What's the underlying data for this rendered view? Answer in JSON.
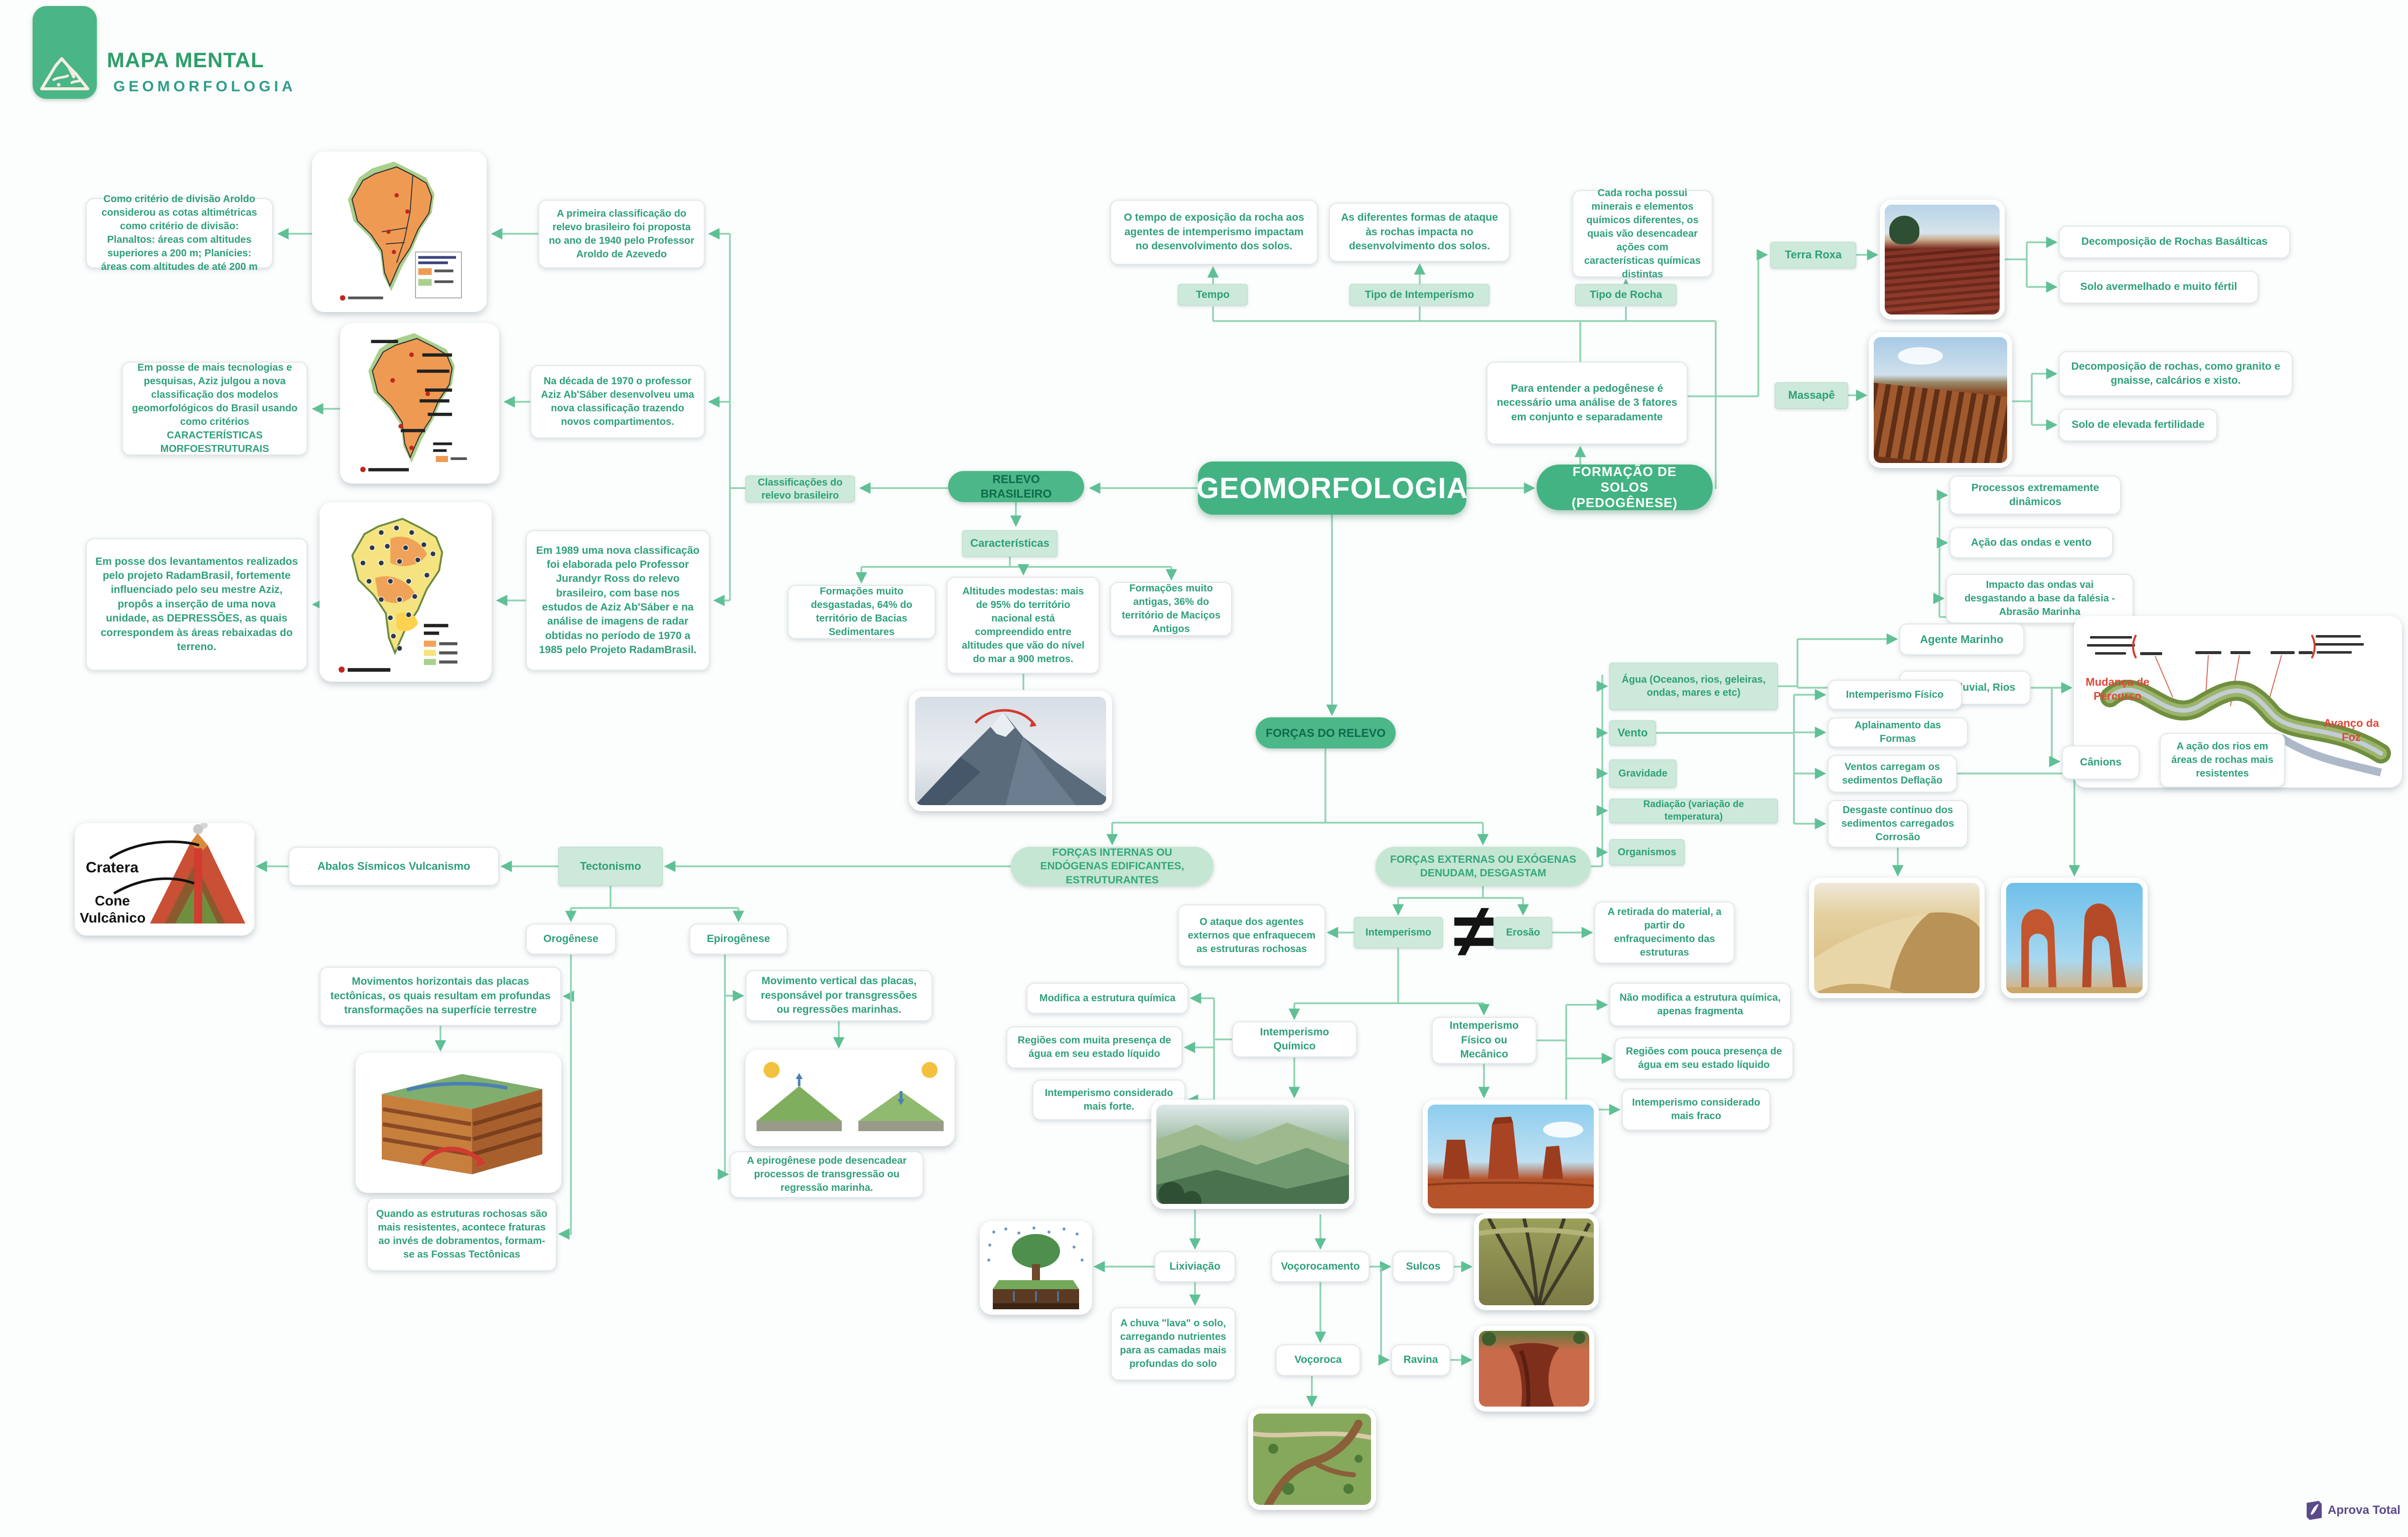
{
  "brand": {
    "title": "MAPA MENTAL",
    "subtitle": "GEOMORFOLOGIA"
  },
  "watermark": {
    "label": "Aprova Total"
  },
  "colors": {
    "accent": "#43b383",
    "soft_green": "#cde9da",
    "text_green": "#2fa07c",
    "watermark_purple": "#5b4a8a"
  },
  "central": {
    "title": "GEOMORFOLOGIA"
  },
  "pills": {
    "relevo": "RELEVO BRASILEIRO",
    "classificacoes": "Classificações do relevo brasileiro",
    "caracteristicas": "Características",
    "formacao": "FORMAÇÃO DE SOLOS (PEDOGÊNESE)",
    "forcas_relevo": "FORÇAS DO RELEVO",
    "internas": "FORÇAS INTERNAS OU ENDÓGENAS EDIFICANTES, ESTRUTURANTES",
    "externas": "FORÇAS EXTERNAS OU EXÓGENAS DENUDAM, DESGASTAM"
  },
  "historia": [
    {
      "left": "Como critério de divisão Aroldo considerou as cotas altimétricas como critério de divisão: Planaltos: áreas com altitudes superiores a 200 m; Planícies: áreas com altitudes de até 200 m",
      "right": "A primeira classificação do relevo brasileiro foi proposta no ano de 1940 pelo Professor Aroldo de Azevedo"
    },
    {
      "left": "Em posse de mais tecnologias e pesquisas, Aziz julgou a nova classificação dos modelos geomorfológicos do Brasil usando como critérios CARACTERÍSTICAS MORFOESTRUTURAIS",
      "right": "Na década de 1970 o professor Aziz Ab'Sáber desenvolveu uma nova classificação trazendo novos compartimentos."
    },
    {
      "left": "Em posse dos levantamentos realizados pelo projeto RadamBrasil, fortemente influenciado pelo seu mestre Aziz, propôs a inserção de uma nova unidade, as DEPRESSÕES, as quais correspondem às áreas rebaixadas do terreno.",
      "right": "Em 1989 uma nova classificação foi elaborada pelo Professor Jurandyr Ross do relevo brasileiro, com base nos estudos de Aziz Ab'Sáber e na análise de imagens de radar obtidas no período de 1970 a 1985 pelo Projeto RadamBrasil."
    }
  ],
  "caracteristicas_boxes": [
    "Formações muito desgastadas, 64% do território de Bacias Sedimentares",
    "Altitudes modestas: mais de 95% do território nacional está compreendido entre altitudes que vão do nível do mar a 900 metros.",
    "Formações muito antigas, 36% do território de Maciços Antigos"
  ],
  "fatores": {
    "nota": "Para entender a pedogênese é necessário uma análise de 3 fatores em conjunto e separadamente",
    "tempo": {
      "label": "Tempo",
      "desc": "O tempo de exposição da rocha aos agentes de intemperismo impactam no desenvolvimento dos solos."
    },
    "tipo_intemperismo": {
      "label": "Tipo de Intemperismo",
      "desc": "As diferentes formas de ataque às rochas impacta no desenvolvimento dos solos."
    },
    "tipo_rocha": {
      "label": "Tipo de Rocha",
      "desc": "Cada rocha possui minerais e elementos químicos diferentes, os quais vão desencadear ações com características químicas distintas"
    }
  },
  "solos": {
    "terra_roxa": {
      "label": "Terra Roxa",
      "origem": "Decomposição de Rochas Basálticas",
      "caracteristica": "Solo avermelhado e muito fértil"
    },
    "massape": {
      "label": "Massapê",
      "origem": "Decomposição de rochas, como granito e gnaisse, calcários e xisto.",
      "caracteristica": "Solo de elevada fertilidade"
    }
  },
  "agentes": {
    "agua": "Água (Oceanos, rios, geleiras, ondas, mares e etc)",
    "vento": "Vento",
    "gravidade": "Gravidade",
    "radiacao": "Radiação (variação de temperatura)",
    "organismos": "Organismos"
  },
  "marinho": {
    "titulo": "Agente Marinho",
    "processos": [
      "Processos extremamente dinâmicos",
      "Ação das ondas e vento",
      "Impacto das ondas vai desgastando a base da falésia - Abrasão Marinha"
    ]
  },
  "fluvial": {
    "titulo": "Agente Fluvial, Rios",
    "canions": "Cânions",
    "canions_desc": "A ação dos rios em áreas de rochas mais resistentes",
    "meandro": {
      "label_esq": "Mudança de Percurso",
      "label_dir": "Avanço da Foz"
    }
  },
  "eolico": {
    "fisico": "Intemperismo Físico",
    "aplainamento": "Aplainamento das Formas",
    "deflacao": "Ventos carregam os sedimentos Deflação",
    "corrasao": "Desgaste contínuo dos sedimentos carregados Corrosão"
  },
  "forcas": {
    "comparacao": {
      "esq": "O ataque dos agentes externos que enfraquecem as estruturas rochosas",
      "intemperismo": "Intemperismo",
      "diferente": "≠",
      "erosao": "Erosão",
      "dir": "A retirada do material, a partir do enfraquecimento das estruturas"
    }
  },
  "tectonismo": {
    "label": "Tectonismo",
    "abalos": "Abalos Sísmicos Vulcanismo",
    "vulcao": {
      "cratera": "Cratera",
      "cone": "Cone Vulcânico"
    },
    "orogenese": {
      "label": "Orogênese",
      "desc": "Movimentos horizontais das placas tectônicas, os quais resultam em profundas transformações na superfície terrestre",
      "fossas": "Quando as estruturas rochosas são mais resistentes, acontece fraturas ao invés de dobramentos, formam-se as Fossas Tectônicas"
    },
    "epirogenese": {
      "label": "Epirogênese",
      "desc": "Movimento vertical das placas, responsável por transgressões ou regressões marinhas.",
      "marinha": "A epirogênese pode desencadear processos de transgressão ou regressão marinha."
    }
  },
  "intemperismo": {
    "quimico": {
      "label": "Intemperismo Químico",
      "pontos": [
        "Modifica a estrutura química",
        "Regiões com muita presença de água em seu estado líquido",
        "Intemperismo considerado mais forte."
      ]
    },
    "fisico": {
      "label": "Intemperismo Físico ou Mecânico",
      "pontos": [
        "Não modifica a estrutura química, apenas fragmenta",
        "Regiões com pouca presença de água em seu estado líquido",
        "Intemperismo considerado mais fraco"
      ]
    }
  },
  "erosao_formas": {
    "lixiviacao": {
      "label": "Lixiviação",
      "desc": "A chuva \"lava\" o solo, carregando nutrientes para as camadas mais profundas do solo"
    },
    "vocorocamento": "Voçorocamento",
    "sulcos": "Sulcos",
    "ravina": "Ravina",
    "vocoroca": "Voçoroca"
  }
}
